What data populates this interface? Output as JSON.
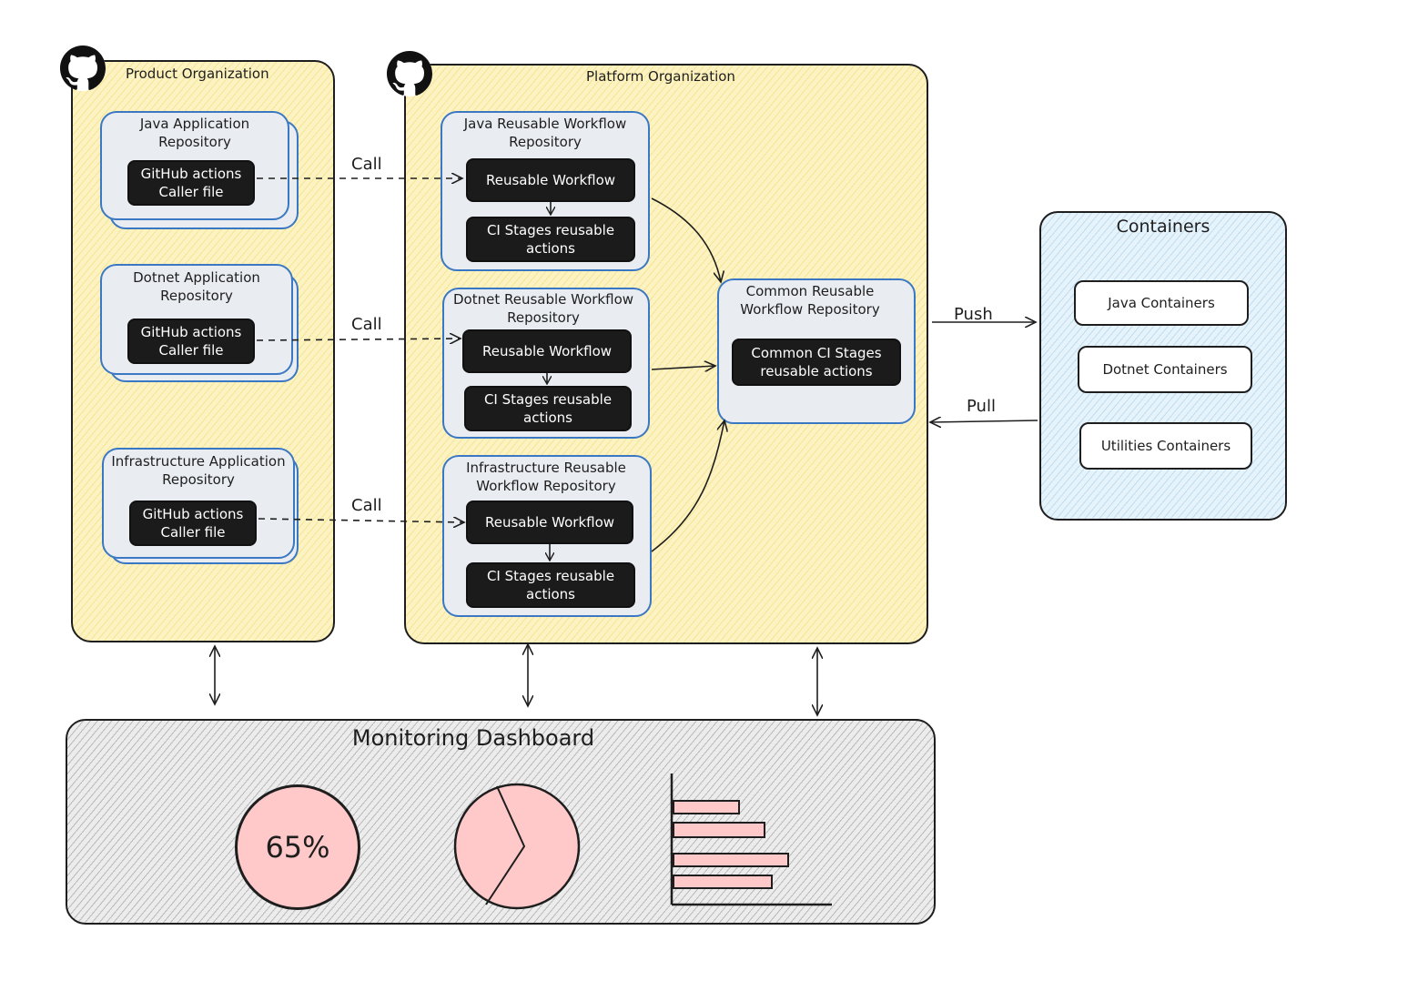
{
  "product_org": {
    "title": "Product Organization",
    "repos": [
      {
        "title": "Java Application Repository",
        "caller": "GitHub actions Caller file"
      },
      {
        "title": "Dotnet Application Repository",
        "caller": "GitHub actions Caller file"
      },
      {
        "title": "Infrastructure Application Repository",
        "caller": "GitHub actions Caller file"
      }
    ]
  },
  "platform_org": {
    "title": "Platform Organization",
    "repos": [
      {
        "title": "Java Reusable Workflow Repository",
        "workflow": "Reusable Workflow",
        "actions": "CI Stages reusable actions"
      },
      {
        "title": "Dotnet Reusable Workflow Repository",
        "workflow": "Reusable Workflow",
        "actions": "CI Stages reusable actions"
      },
      {
        "title": "Infrastructure  Reusable Workflow Repository",
        "workflow": "Reusable Workflow",
        "actions": "CI Stages reusable actions"
      }
    ],
    "common": {
      "title": "Common Reusable Workflow Repository",
      "actions": "Common CI Stages reusable actions"
    }
  },
  "edges": {
    "call": "Call",
    "push": "Push",
    "pull": "Pull"
  },
  "containers": {
    "title": "Containers",
    "items": [
      "Java Containers",
      "Dotnet Containers",
      "Utilities Containers"
    ]
  },
  "dashboard": {
    "title": "Monitoring Dashboard",
    "gauge_value": "65%"
  },
  "colors": {
    "org_fill": "#fdf3c2",
    "repo_border": "#3b78c3",
    "widget_fill": "#ffc9c9",
    "container_fill": "#e6f3fb"
  }
}
